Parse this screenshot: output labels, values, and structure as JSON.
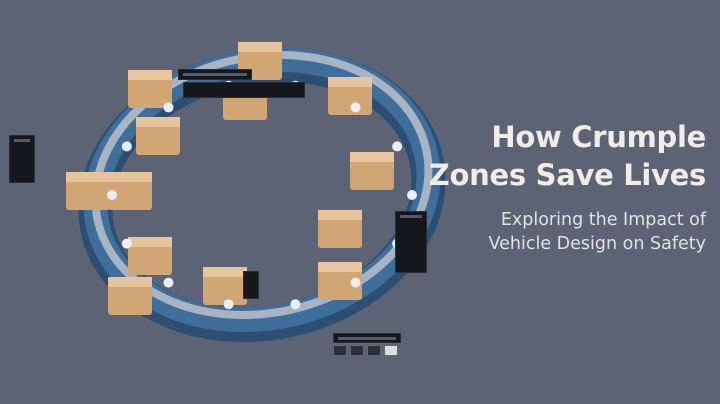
{
  "slide": {
    "title_line1": "How Crumple",
    "title_line2": "Zones Save Lives",
    "subtitle_line1": "Exploring the Impact of",
    "subtitle_line2": "Vehicle Design on Safety"
  },
  "colors": {
    "background": "#5b6375",
    "ring": "#3f6e9a",
    "box": "#d2a574",
    "title": "#f1ece6"
  }
}
